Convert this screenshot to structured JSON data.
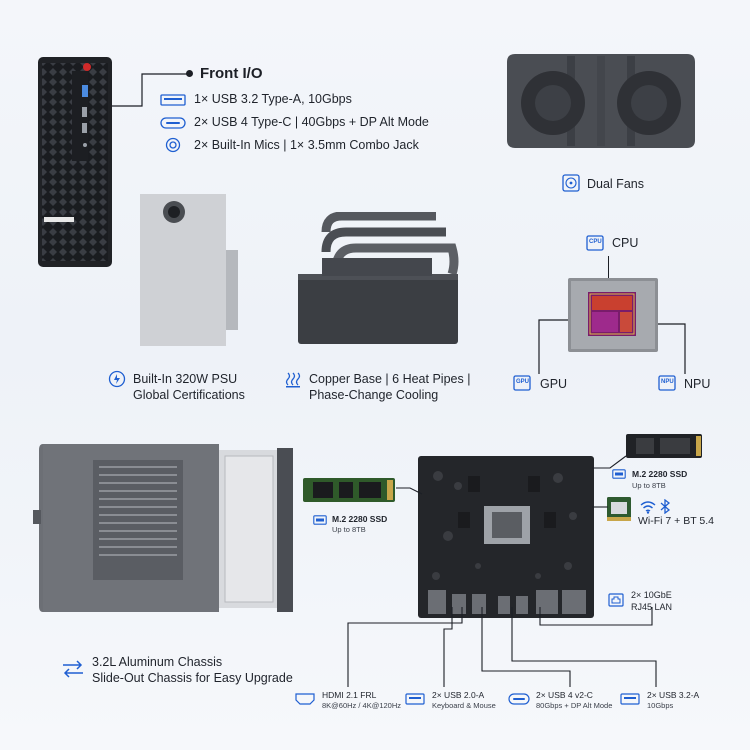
{
  "front_io": {
    "title": "Front I/O",
    "items": [
      "1× USB 3.2 Type-A, 10Gbps",
      "2× USB 4 Type-C | 40Gbps + DP Alt Mode",
      "2× Built-In Mics | 1× 3.5mm Combo Jack"
    ]
  },
  "fans": {
    "label": "Dual Fans"
  },
  "chip": {
    "cpu": "CPU",
    "gpu": "GPU",
    "npu": "NPU",
    "cpu_icon": "CPU",
    "gpu_icon": "GPU",
    "npu_icon": "NPU"
  },
  "psu": {
    "line1": "Built-In 320W PSU",
    "line2": "Global Certifications"
  },
  "cooling": {
    "line1": "Copper Base | 6 Heat Pipes |",
    "line2": "Phase-Change Cooling"
  },
  "ssd_left": {
    "title": "M.2 2280 SSD",
    "sub": "Up to 8TB"
  },
  "ssd_right": {
    "title": "M.2 2280 SSD",
    "sub": "Up to 8TB"
  },
  "wifi": {
    "label": "Wi-Fi 7 + BT 5.4"
  },
  "lan": {
    "line1": "2× 10GbE",
    "line2": "RJ45 LAN"
  },
  "chassis": {
    "line1": "3.2L Aluminum Chassis",
    "line2": "Slide-Out Chassis for Easy Upgrade"
  },
  "rear_ports": [
    {
      "title": "HDMI 2.1 FRL",
      "sub": "8K@60Hz / 4K@120Hz"
    },
    {
      "title": "2× USB 2.0-A",
      "sub": "Keyboard & Mouse"
    },
    {
      "title": "2× USB 4 v2-C",
      "sub": "80Gbps + DP Alt Mode"
    },
    {
      "title": "2× USB 3.2-A",
      "sub": "10Gbps"
    }
  ],
  "colors": {
    "accent": "#1f5fd1",
    "text": "#1f232b"
  }
}
